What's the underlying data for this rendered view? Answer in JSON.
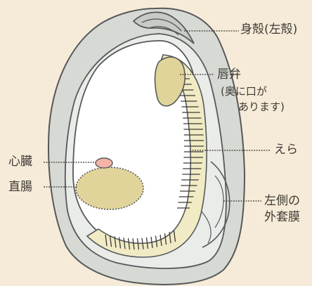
{
  "colors": {
    "background": "#f6ebd8",
    "shell": "#d7d9d4",
    "shell_stroke": "#56585a",
    "mantle": "#eaecea",
    "body": "#ffffff",
    "organ": "#e0d49a",
    "heart": "#f4b5a6",
    "line": "#3d3a35"
  },
  "labels": {
    "shell": "身殻(左殻)",
    "palp": "唇弁",
    "palp_note_1": "(奥に口が",
    "palp_note_2": "あります)",
    "gills": "えら",
    "heart": "心臓",
    "rectum": "直腸",
    "mantle_1": "左側の",
    "mantle_2": "外套膜"
  }
}
